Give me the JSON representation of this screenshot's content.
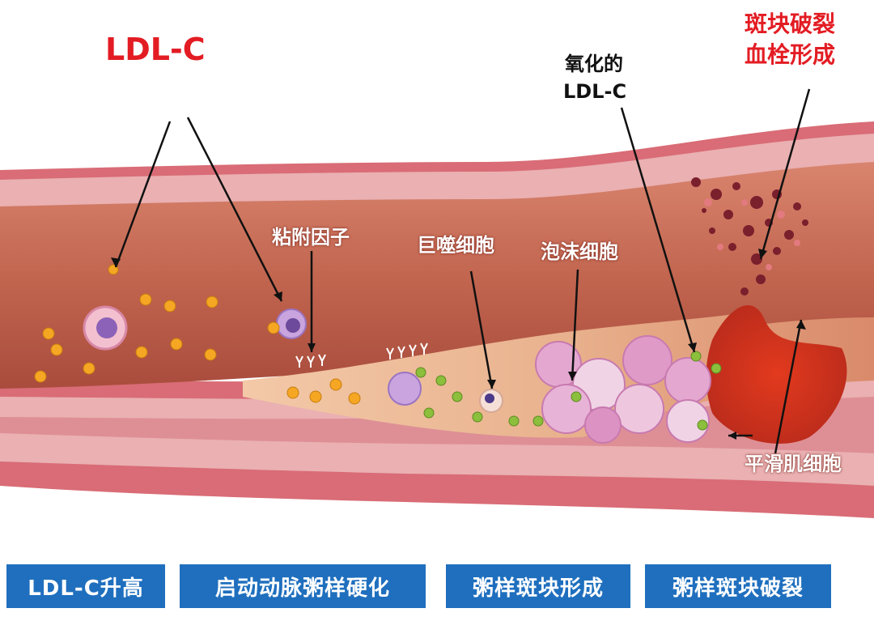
{
  "labels": {
    "ldl": "LDL-C",
    "adhesion": "粘附因子",
    "macrophage": "巨噬细胞",
    "foam": "泡沫细胞",
    "oxidized_line1": "氧化的",
    "oxidized_line2": "LDL-C",
    "rupture_line1": "斑块破裂",
    "rupture_line2": "血栓形成",
    "smooth_muscle": "平滑肌细胞"
  },
  "stages": [
    "LDL-C升高",
    "启动动脉粥样硬化",
    "粥样斑块形成",
    "粥样斑块破裂"
  ],
  "colors": {
    "label_red": "#e31c23",
    "stage_blue": "#1f6fbe",
    "vessel_wall": "#d9707a",
    "lumen": "#c46a55",
    "ldl_particle": "#f5a623"
  }
}
